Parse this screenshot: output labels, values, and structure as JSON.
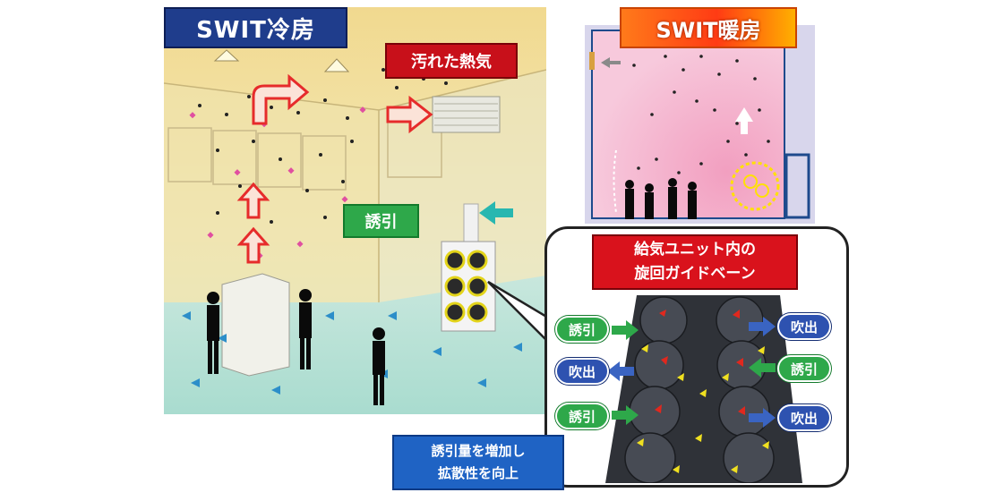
{
  "cooling": {
    "title": "SWIT冷房",
    "dirty_air_label": "汚れた熱気",
    "induce_label": "誘引"
  },
  "heating": {
    "title": "SWIT暖房"
  },
  "callout": {
    "title_line1": "給気ユニット内の",
    "title_line2": "旋回ガイドベーン",
    "left_tags": [
      "誘引",
      "吹出",
      "誘引"
    ],
    "right_tags": [
      "吹出",
      "誘引",
      "吹出"
    ]
  },
  "result": {
    "line1": "誘引量を増加し",
    "line2": "拡散性を向上"
  },
  "colors": {
    "cool_title": "#1f3d8c",
    "heat_title": "#ff5a1a",
    "label_red": "#d9121c",
    "tag_green": "#2ea84a",
    "tag_blue": "#2e52b0",
    "result_blue": "#1f63c4"
  },
  "icons": [
    "up-arrow-icon",
    "curved-arrow-icon",
    "exhaust-arrow-icon",
    "supply-unit-icon",
    "person-silhouette-icon",
    "inflow-arrow-icon",
    "outflow-arrow-icon",
    "vane-fan-icon"
  ]
}
